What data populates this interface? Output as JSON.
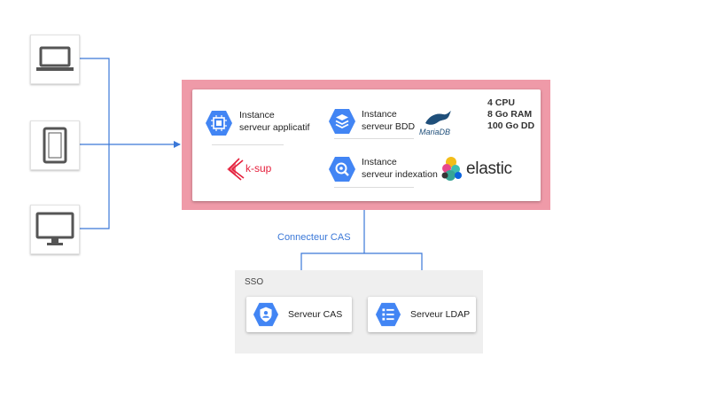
{
  "connector_label": "Connecteur CAS",
  "main": {
    "app_instance": {
      "line1": "Instance",
      "line2": "serveur applicatif"
    },
    "db_instance": {
      "line1": "Instance",
      "line2": "serveur BDD"
    },
    "index_instance": {
      "line1": "Instance",
      "line2": "serveur indexation"
    },
    "specs": [
      "4 CPU",
      "8 Go RAM",
      "100 Go DD"
    ],
    "brands": {
      "ksup": "k-sup",
      "mariadb": "MariaDB",
      "elastic": "elastic"
    }
  },
  "sso": {
    "label": "SSO",
    "cas_server": "Serveur CAS",
    "ldap_server": "Serveur LDAP"
  },
  "devices": [
    "laptop-icon",
    "tablet-icon",
    "desktop-icon"
  ],
  "colors": {
    "frame": "#ef9aa8",
    "icon_blue": "#4285f4",
    "arrow_blue": "#3b78d8",
    "sso_bg": "#efefef"
  }
}
